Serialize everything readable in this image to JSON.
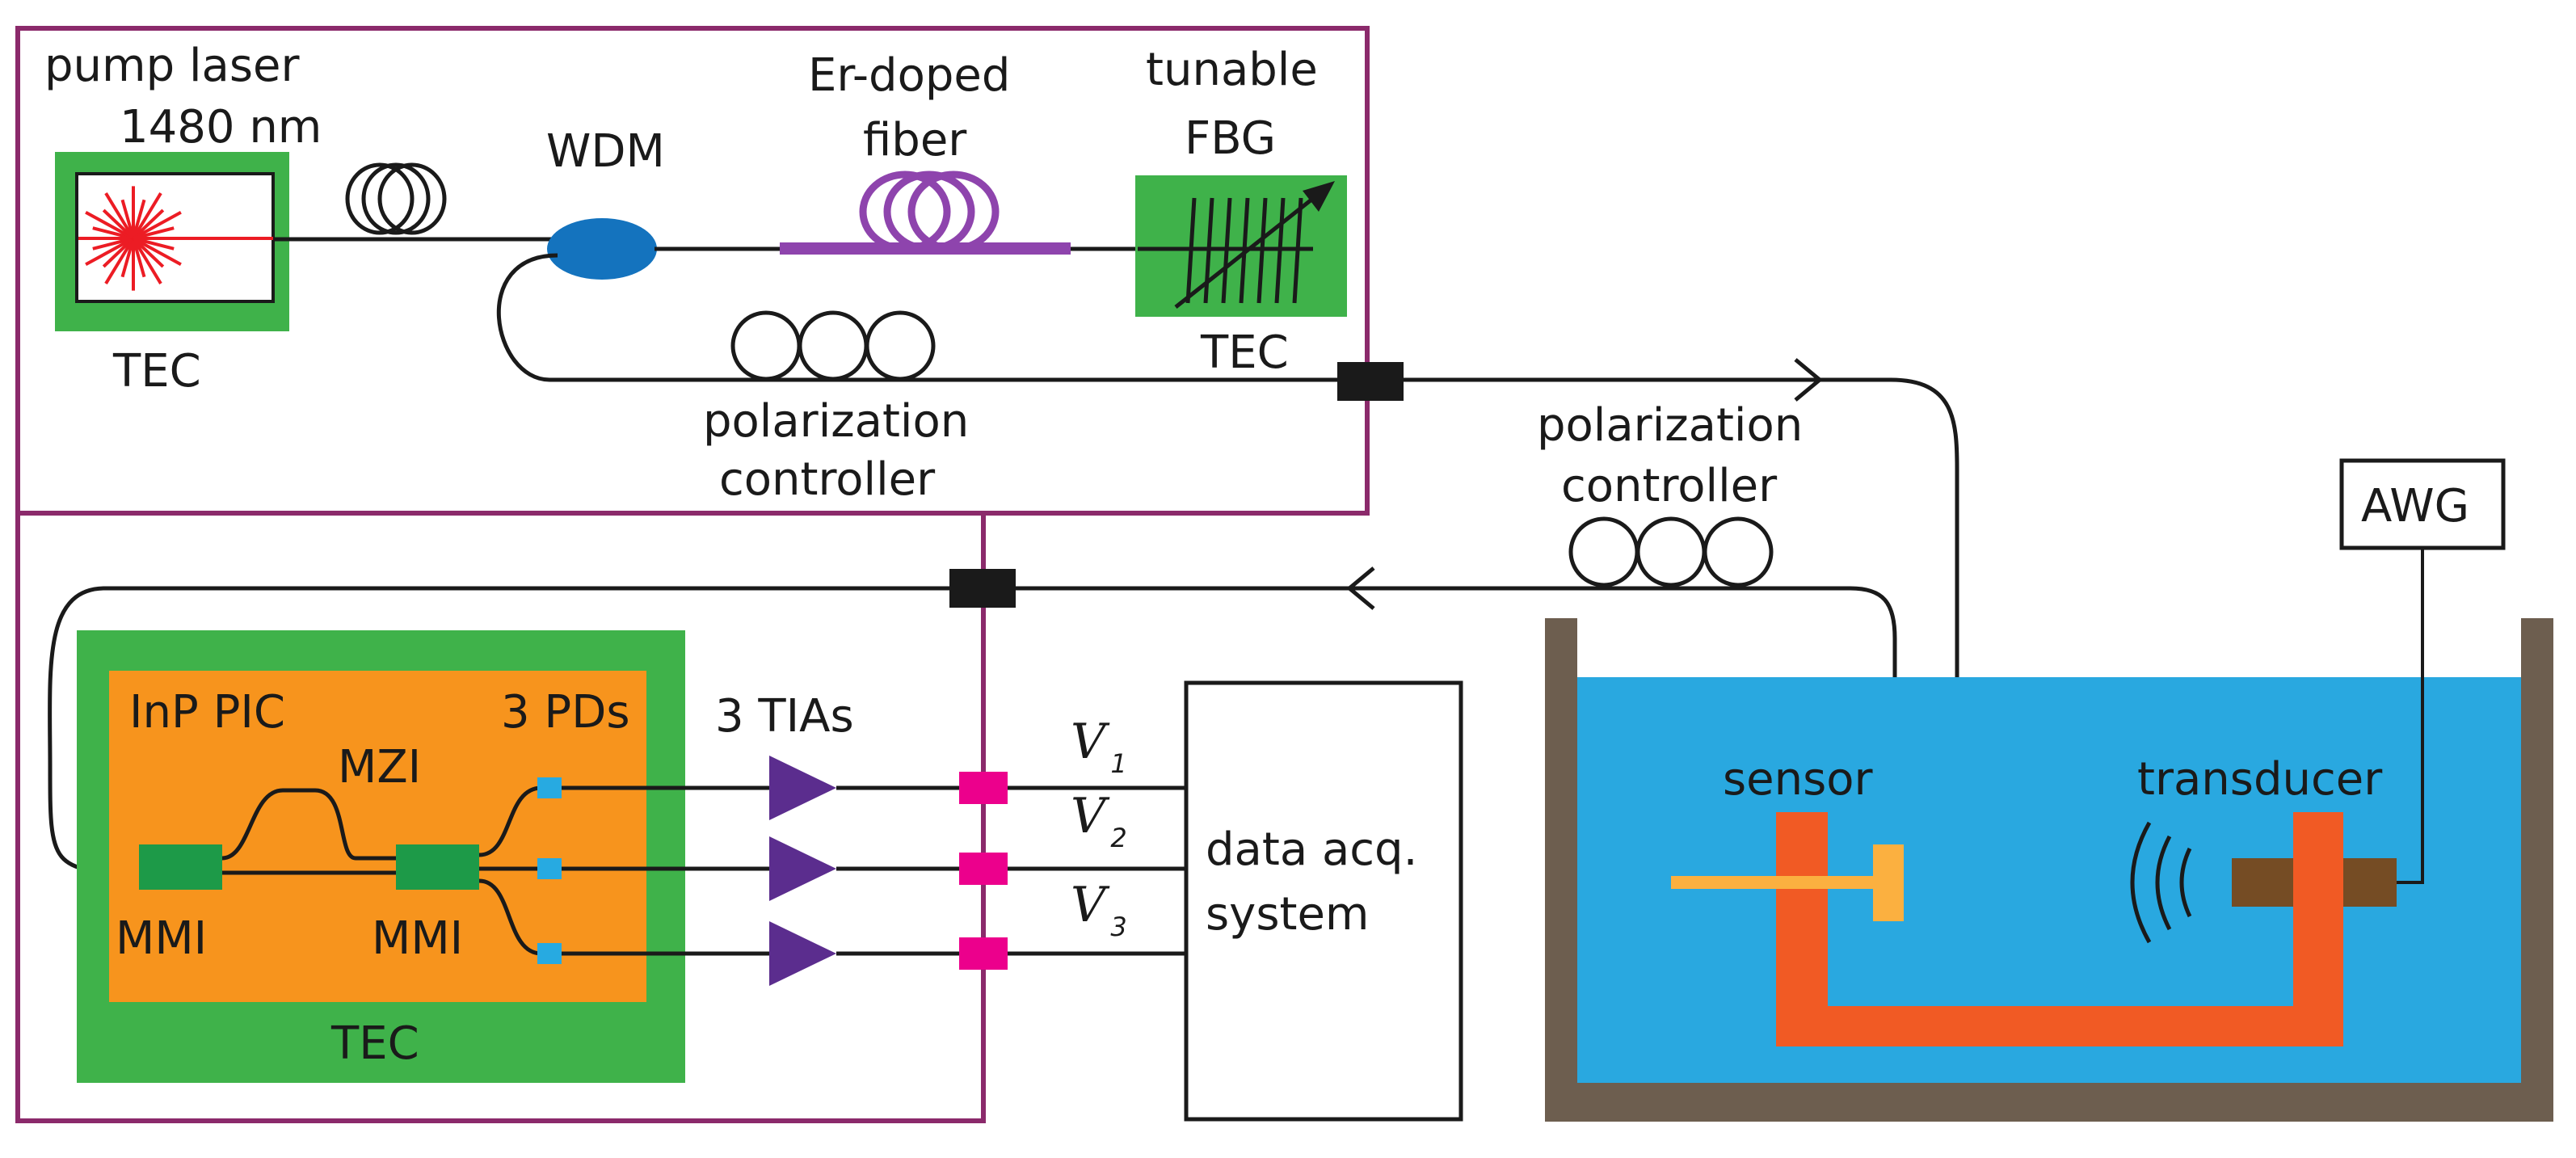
{
  "colors": {
    "frame": "#8b2a6b",
    "tec_green": "#3fb24a",
    "pic_orange": "#f7941d",
    "wdm_blue": "#1473be",
    "erbium_purple": "#8e44ad",
    "laser_red": "#ec1c24",
    "tia_purple": "#5b2d8e",
    "connector_pink": "#ec008c",
    "water_blue": "#29a8e0",
    "tank_brown": "#6d5e4f",
    "holder_orange": "#f15a24",
    "sensor_yellow": "#fbb040",
    "transducer_brown": "#754c24",
    "pd_cyan": "#27aae1",
    "mmi_green": "#1d9a48"
  },
  "laser_box": {
    "title_line1": "pump laser",
    "title_line2": "1480 nm",
    "tec": "TEC"
  },
  "wdm": {
    "label": "WDM"
  },
  "erbium_fiber": {
    "line1": "Er-doped",
    "line2": "fiber"
  },
  "fbg": {
    "line1": "tunable",
    "line2": "FBG",
    "tec": "TEC"
  },
  "pc_upper": {
    "line1": "polarization",
    "line2": "controller"
  },
  "pc_right": {
    "line1": "polarization",
    "line2": "controller"
  },
  "awg": {
    "label": "AWG"
  },
  "pic": {
    "title": "InP PIC",
    "mzi": "MZI",
    "pds": "3 PDs",
    "mmi_left": "MMI",
    "mmi_right": "MMI",
    "tec": "TEC"
  },
  "tias": {
    "label": "3 TIAs"
  },
  "signals": [
    {
      "symbol": "V",
      "sub": "1"
    },
    {
      "symbol": "V",
      "sub": "2"
    },
    {
      "symbol": "V",
      "sub": "3"
    }
  ],
  "daq": {
    "line1": "data acq.",
    "line2": "system"
  },
  "tank": {
    "sensor": "sensor",
    "transducer": "transducer"
  }
}
